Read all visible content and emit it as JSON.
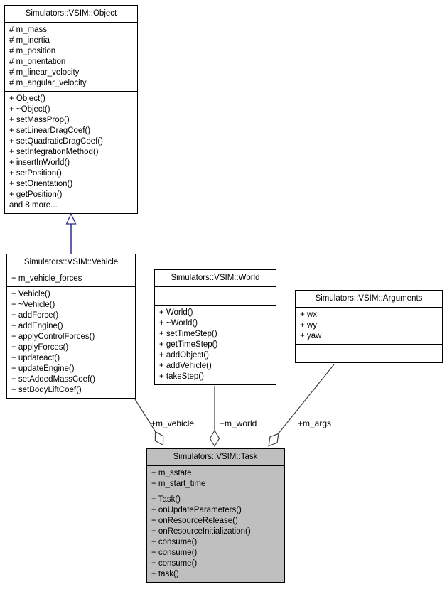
{
  "classes": {
    "object": {
      "title": "Simulators::VSIM::Object",
      "attributes": [
        "# m_mass",
        "# m_inertia",
        "# m_position",
        "# m_orientation",
        "# m_linear_velocity",
        "# m_angular_velocity"
      ],
      "methods": [
        "+ Object()",
        "+ ~Object()",
        "+ setMassProp()",
        "+ setLinearDragCoef()",
        "+ setQuadraticDragCoef()",
        "+ setIntegrationMethod()",
        "+ insertInWorld()",
        "+ setPosition()",
        "+ setOrientation()",
        "+ getPosition()",
        "and 8 more..."
      ]
    },
    "vehicle": {
      "title": "Simulators::VSIM::Vehicle",
      "attributes": [
        "+ m_vehicle_forces"
      ],
      "methods": [
        "+ Vehicle()",
        "+ ~Vehicle()",
        "+ addForce()",
        "+ addEngine()",
        "+ applyControlForces()",
        "+ applyForces()",
        "+ updateact()",
        "+ updateEngine()",
        "+ setAddedMassCoef()",
        "+ setBodyLiftCoef()"
      ]
    },
    "world": {
      "title": "Simulators::VSIM::World",
      "attributes": [],
      "methods": [
        "+ World()",
        "+ ~World()",
        "+ setTimeStep()",
        "+ getTimeStep()",
        "+ addObject()",
        "+ addVehicle()",
        "+ takeStep()"
      ]
    },
    "arguments": {
      "title": "Simulators::VSIM::Arguments",
      "attributes": [
        "+ wx",
        "+ wy",
        "+ yaw"
      ],
      "methods": []
    },
    "task": {
      "title": "Simulators::VSIM::Task",
      "attributes": [
        "+ m_sstate",
        "+ m_start_time"
      ],
      "methods": [
        "+ Task()",
        "+ onUpdateParameters()",
        "+ onResourceRelease()",
        "+ onResourceInitialization()",
        "+ consume()",
        "+ consume()",
        "+ consume()",
        "+ task()"
      ]
    }
  },
  "edges": {
    "vehicle": {
      "label": "+m_vehicle",
      "type": "aggregation"
    },
    "world": {
      "label": "+m_world",
      "type": "aggregation"
    },
    "args": {
      "label": "+m_args",
      "type": "aggregation"
    },
    "inheritance": {
      "label": "",
      "type": "generalization",
      "from": "Simulators::VSIM::Vehicle",
      "to": "Simulators::VSIM::Object"
    }
  },
  "colors": {
    "task_fill": "#bfbfbf",
    "edge_color": "#404040",
    "inherit_color": "#2d2d8c"
  }
}
